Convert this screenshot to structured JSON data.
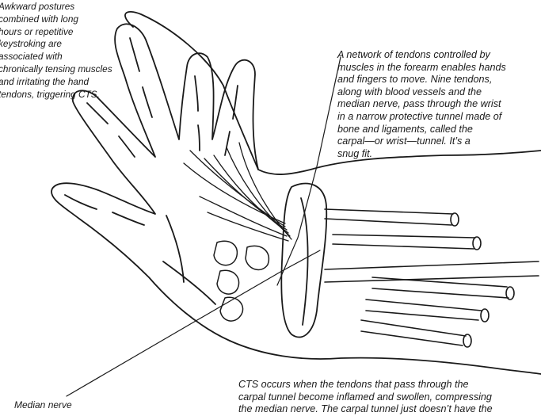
{
  "diagram": {
    "captions": {
      "posture": [
        "Awkward postures",
        "combined with long",
        "hours or repetitive",
        "keystroking are",
        "associated with",
        "chronically tensing muscles",
        "and irritating the hand",
        "tendons, triggering CTS."
      ],
      "tendons": [
        "A network of tendons controlled by",
        "muscles in the forearm enables hands",
        "and fingers to move. Nine tendons,",
        "along with blood vessels and the",
        "median nerve, pass through the wrist",
        "in a narrow protective tunnel made of",
        "bone and ligaments, called the",
        "carpal—or wrist—tunnel. It’s a",
        "snug fit."
      ],
      "cts": [
        "CTS occurs when the tendons that pass through the",
        "carpal tunnel become inflamed and swollen, compressing",
        "the median nerve. The carpal tunnel just doesn’t have the"
      ],
      "nerve": "Median nerve"
    },
    "ink_color": "#1a1a1a",
    "paper_color": "#ffffff"
  }
}
